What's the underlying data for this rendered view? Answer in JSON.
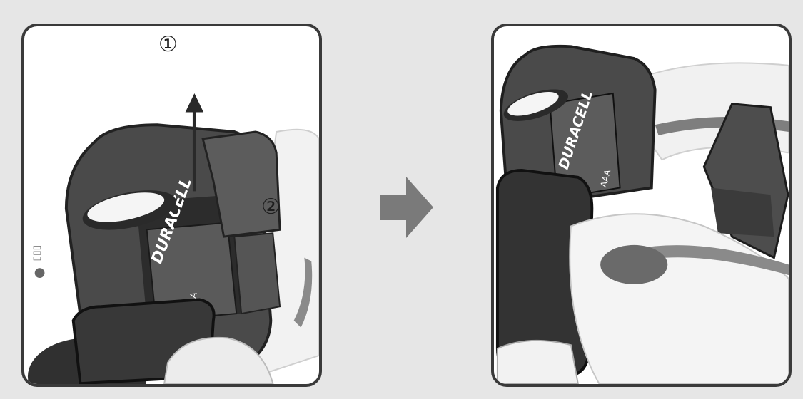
{
  "steps": {
    "step1_label": "①",
    "step2_label": "②"
  },
  "battery": {
    "brand": "DURACELL",
    "size": "AAA"
  },
  "colors": {
    "background": "#e6e6e6",
    "panel_border": "#3a3a3a",
    "arrow": "#7a7a7a"
  },
  "icons": {
    "next": "right-arrow-icon",
    "pull": "up-arrow-icon"
  }
}
